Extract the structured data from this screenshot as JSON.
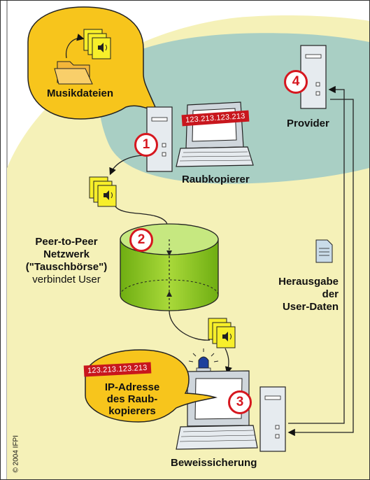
{
  "labels": {
    "music_files": "Musikdateien",
    "pirate": "Raubkopierer",
    "provider": "Provider",
    "p2p_line1": "Peer-to-Peer",
    "p2p_line2": "Netzwerk",
    "p2p_line3": "(\"Tauschbörse\")",
    "p2p_line4": "verbindet User",
    "handover_line1": "Herausgabe",
    "handover_line2": "der",
    "handover_line3": "User-Daten",
    "ip_line1": "IP-Adresse",
    "ip_line2": "des Raub-",
    "ip_line3": "kopierers",
    "evidence": "Beweissicherung",
    "copyright": "© 2004 IFPI"
  },
  "ip_address": "123.213.123.213",
  "steps": [
    "1",
    "2",
    "3",
    "4"
  ],
  "colors": {
    "background_cream": "#f5f1b8",
    "teal_zone": "#a9cfc4",
    "yellow_bubble": "#f7c51c",
    "green_cylinder": "#8ec81c",
    "red_accent": "#d6171f",
    "file_yellow": "#f7ef2a"
  },
  "icons": [
    "speaker-file-icon",
    "folder-icon",
    "computer-icon",
    "server-tower-icon",
    "document-icon",
    "siren-icon"
  ]
}
